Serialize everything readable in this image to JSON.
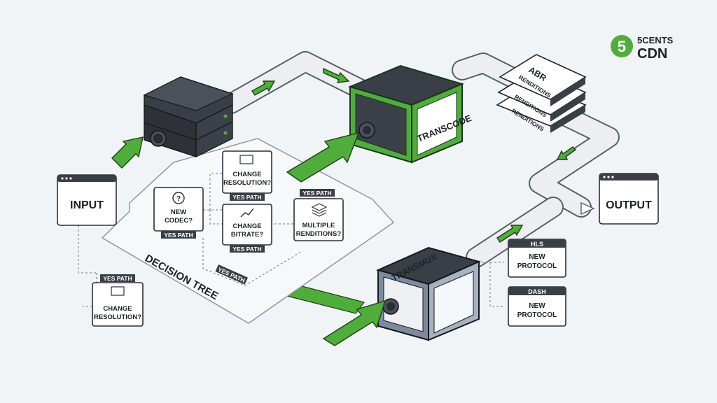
{
  "logo": {
    "number": "5",
    "line1": "5CENTS",
    "line2": "CDN"
  },
  "nodes": {
    "input": "INPUT",
    "output": "OUTPUT",
    "transcode": "TRANSCODE",
    "transmux": "TRANSMUX",
    "abr_title": "ABR",
    "renditions": "RENDITIONS"
  },
  "decision_tree": {
    "title": "DECISION TREE",
    "yes_path": "YES PATH",
    "questions": {
      "new_codec": [
        "NEW",
        "CODEC?"
      ],
      "change_resolution": [
        "CHANGE",
        "RESOLUTION?"
      ],
      "change_bitrate": [
        "CHANGE",
        "BITRATE?"
      ],
      "multiple_renditions": [
        "MULTIPLE",
        "RENDITIONS?"
      ],
      "outside_change_resolution": [
        "CHANGE",
        "RESOLUTION?"
      ]
    }
  },
  "protocols": [
    {
      "tag": "HLS",
      "line1": "NEW",
      "line2": "PROTOCOL"
    },
    {
      "tag": "DASH",
      "line1": "NEW",
      "line2": "PROTOCOL"
    }
  ],
  "colors": {
    "accent_green": "#4fae3a",
    "dark": "#2b2f35",
    "background": "#f1f4f7"
  }
}
